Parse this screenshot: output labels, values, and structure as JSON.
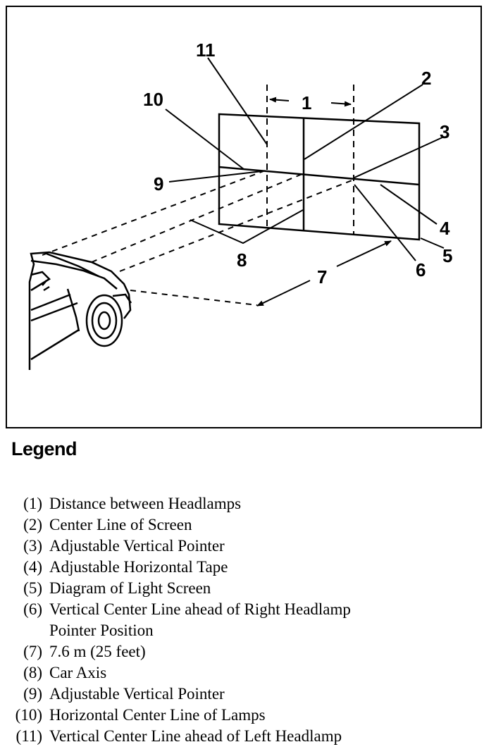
{
  "diagram": {
    "callouts": {
      "c1": "1",
      "c2": "2",
      "c3": "3",
      "c4": "4",
      "c5": "5",
      "c6": "6",
      "c7": "7",
      "c8": "8",
      "c9": "9",
      "c10": "10",
      "c11": "11"
    }
  },
  "legend": {
    "title": "Legend",
    "items": [
      {
        "num": "(1)",
        "text": "Distance between Headlamps"
      },
      {
        "num": "(2)",
        "text": "Center Line of Screen"
      },
      {
        "num": "(3)",
        "text": "Adjustable Vertical Pointer"
      },
      {
        "num": "(4)",
        "text": "Adjustable Horizontal Tape"
      },
      {
        "num": "(5)",
        "text": "Diagram of Light Screen"
      },
      {
        "num": "(6)",
        "text": "Vertical Center Line ahead of Right Headlamp",
        "cont": "Pointer Position"
      },
      {
        "num": "(7)",
        "text": "7.6 m (25 feet)"
      },
      {
        "num": "(8)",
        "text": "Car Axis"
      },
      {
        "num": "(9)",
        "text": "Adjustable Vertical Pointer"
      },
      {
        "num": "(10)",
        "text": "Horizontal Center Line of Lamps"
      },
      {
        "num": "(11)",
        "text": "Vertical Center Line ahead of Left Headlamp"
      }
    ]
  }
}
